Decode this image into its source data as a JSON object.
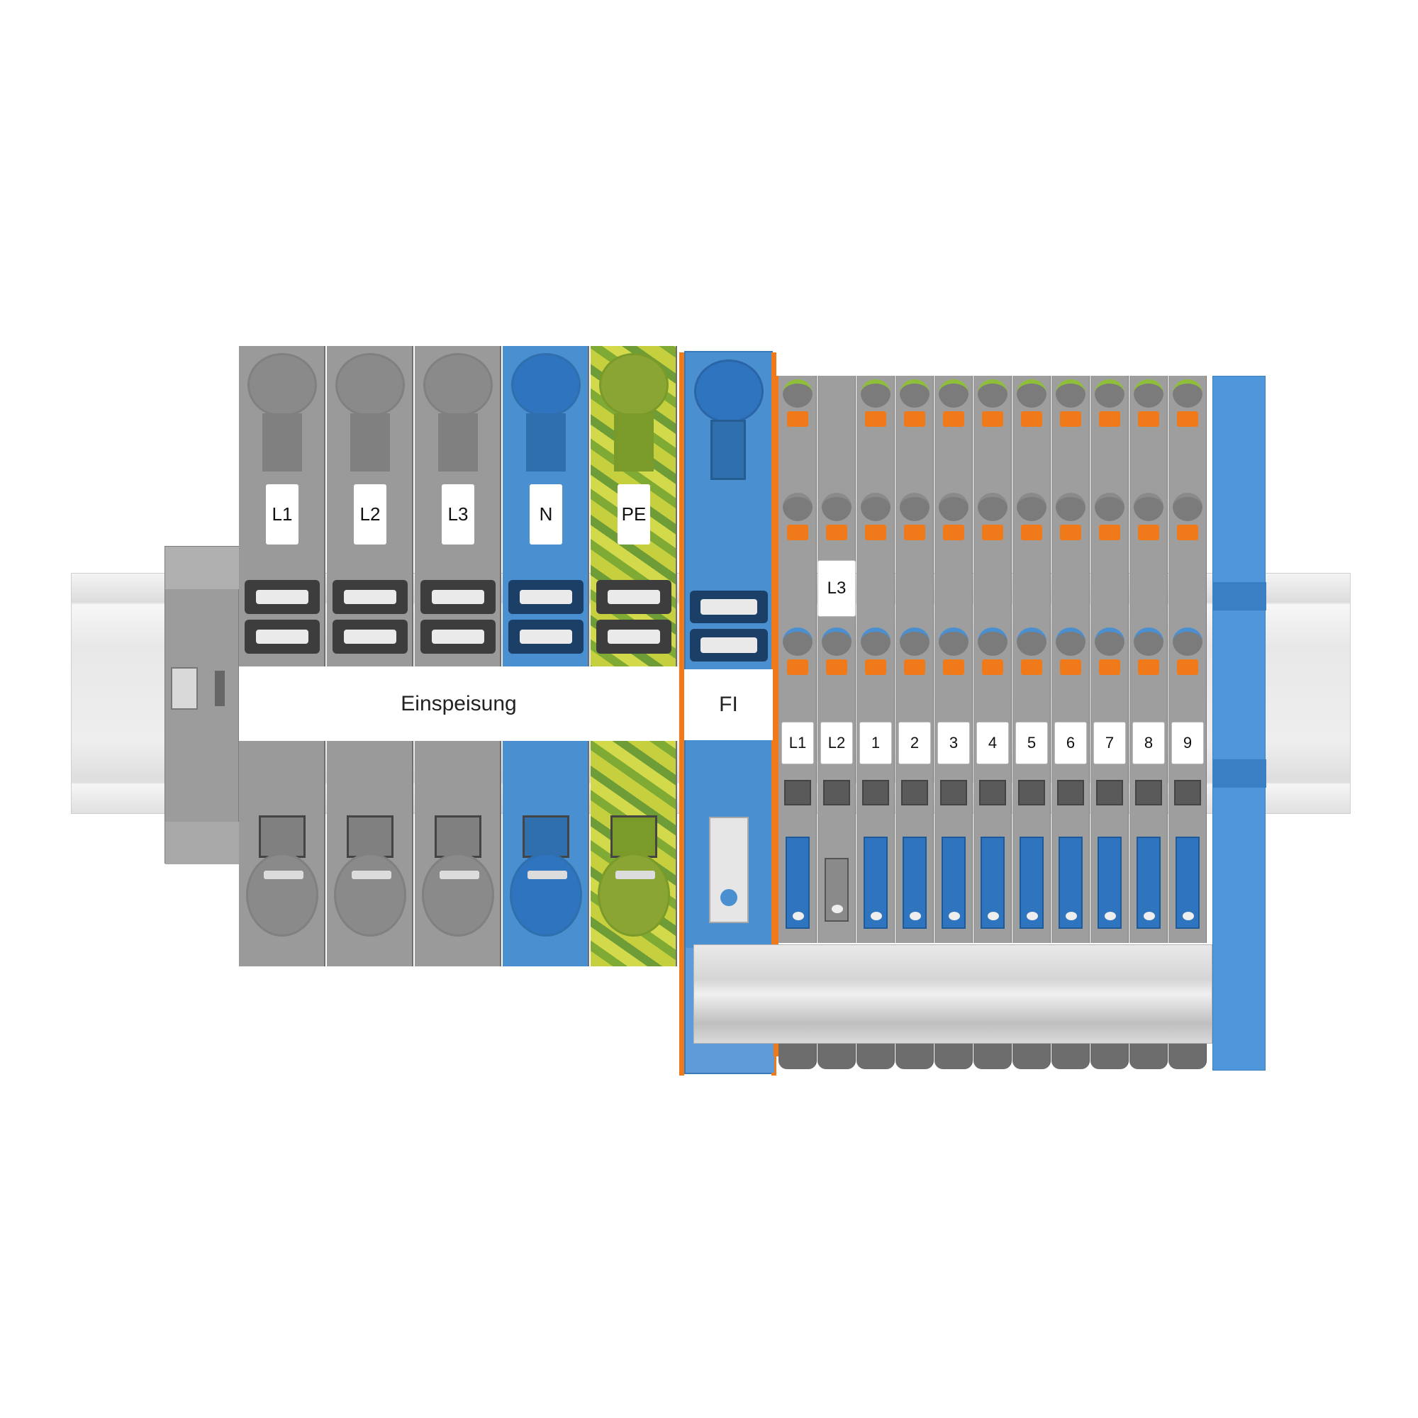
{
  "feed_section": {
    "label": "Einspeisung",
    "terminals": [
      {
        "label": "L1",
        "color": "gray"
      },
      {
        "label": "L2",
        "color": "gray"
      },
      {
        "label": "L3",
        "color": "gray"
      },
      {
        "label": "N",
        "color": "blue"
      },
      {
        "label": "PE",
        "color": "green-yellow"
      }
    ]
  },
  "fi_section": {
    "label": "FI"
  },
  "distribution_section": {
    "bridge_label": "L3",
    "terminal_labels": [
      "L1",
      "L2",
      "1",
      "2",
      "3",
      "4",
      "5",
      "6",
      "7",
      "8",
      "9"
    ]
  },
  "colors": {
    "gray": "#9a9a9a",
    "blue": "#4a8fd0",
    "green_yellow": "#b9c43a",
    "orange": "#f07a1a",
    "rail": "#e6e6e6"
  }
}
